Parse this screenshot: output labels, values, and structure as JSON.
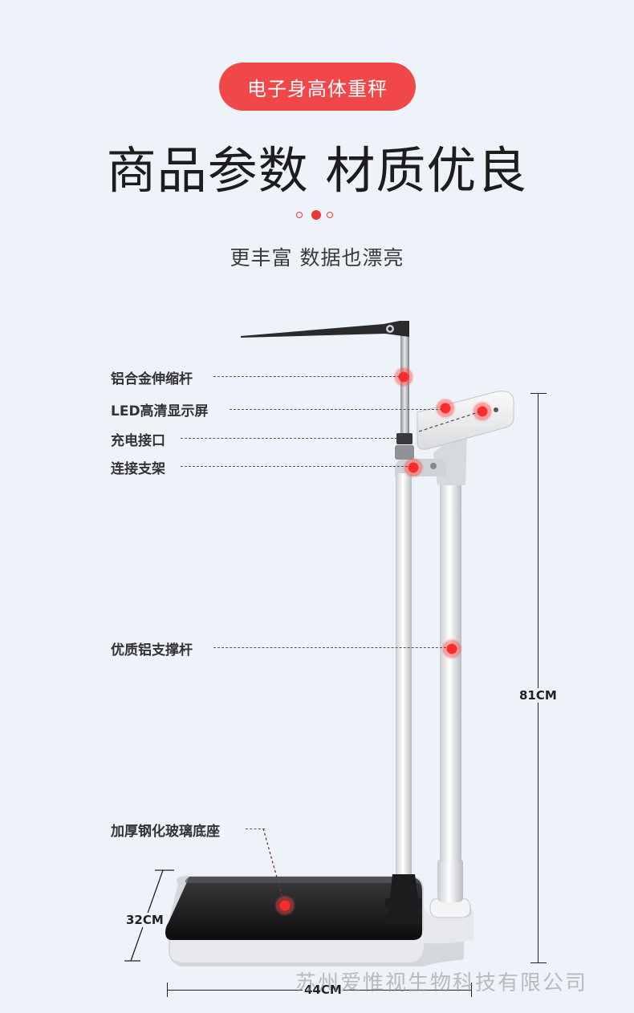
{
  "badge": "电子身高体重秤",
  "headline": "商品参数 材质优良",
  "subhead": "更丰富 数据也漂亮",
  "callouts": {
    "rod": "铝合金伸缩杆",
    "display": "LED高清显示屏",
    "port": "充电接口",
    "bracket": "连接支架",
    "pole": "优质铝支撑杆",
    "base": "加厚钢化玻璃底座"
  },
  "dimensions": {
    "height": "81CM",
    "depth": "32CM",
    "width": "44CM"
  },
  "watermark": "苏州爱惟视生物科技有限公司",
  "colors": {
    "accent": "#f04848",
    "background": "#eef3f9"
  }
}
